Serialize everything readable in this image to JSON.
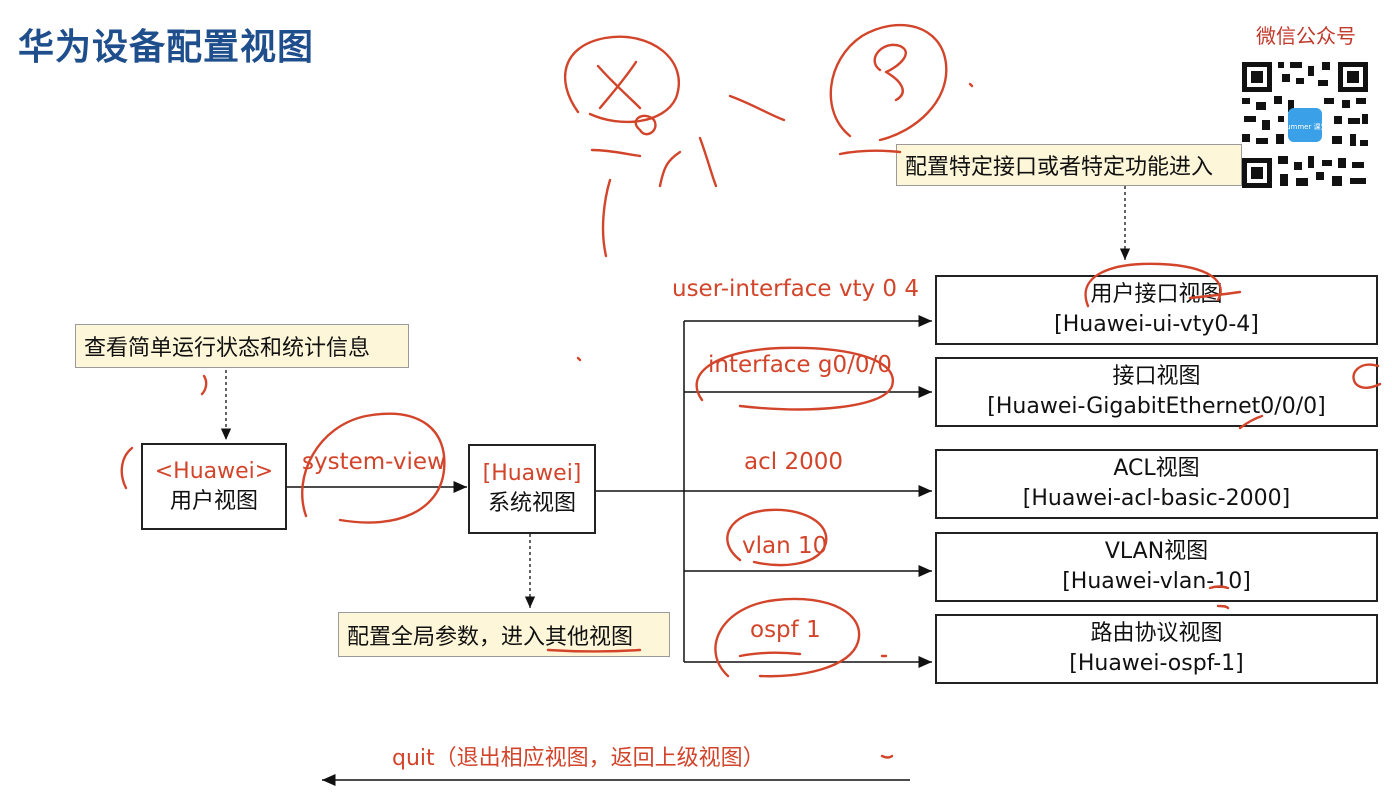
{
  "title": "华为设备配置视图",
  "wechat_label": "微信公众号",
  "qr_badge": "summer 课堂",
  "notes": {
    "top": "配置特定接口或者特定功能进入",
    "left": "查看简单运行状态和统计信息",
    "bottom": "配置全局参数，进入其他视图"
  },
  "user_view": {
    "prompt": "<Huawei>",
    "name": "用户视图"
  },
  "system_view": {
    "prompt": "[Huawei]",
    "name": "系统视图"
  },
  "system_view_cmd": "system-view",
  "views": [
    {
      "cmd": "user-interface vty 0 4",
      "name": "用户接口视图",
      "prompt": "[Huawei-ui-vty0-4]"
    },
    {
      "cmd": "interface g0/0/0",
      "name": "接口视图",
      "prompt": "[Huawei-GigabitEthernet0/0/0]"
    },
    {
      "cmd": "acl 2000",
      "name": "ACL视图",
      "prompt": "[Huawei-acl-basic-2000]"
    },
    {
      "cmd": "vlan 10",
      "name": "VLAN视图",
      "prompt": "[Huawei-vlan-10]"
    },
    {
      "cmd": "ospf 1",
      "name": "路由协议视图",
      "prompt": "[Huawei-ospf-1]"
    }
  ],
  "quit_label": "quit（退出相应视图，返回上级视图）",
  "colors": {
    "title": "#1f4e8c",
    "command": "#d2452b",
    "note_bg": "#fdf6d8",
    "annotation": "#d2452b"
  }
}
